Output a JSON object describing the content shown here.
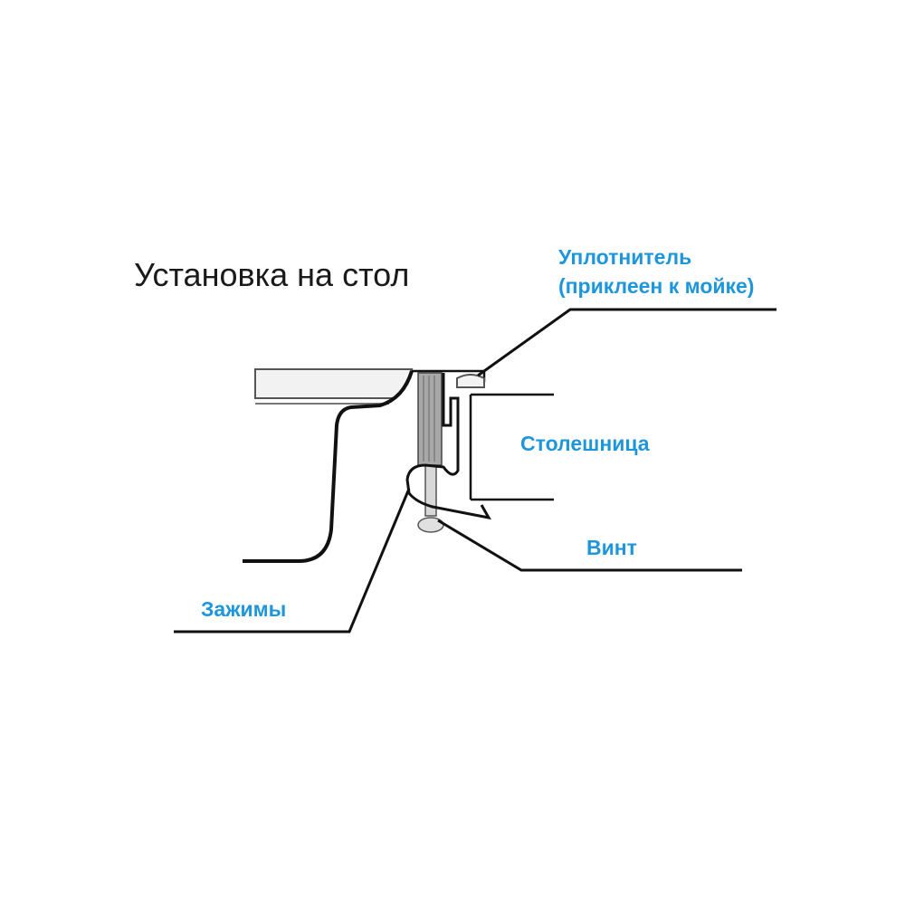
{
  "title": "Установка на стол",
  "labels": {
    "seal_line1": "Уплотнитель",
    "seal_line2": "(приклеен к мойке)",
    "countertop": "Столешница",
    "screw": "Винт",
    "clamps": "Зажимы"
  },
  "colors": {
    "label": "#1e96dc",
    "title": "#1a1a1a",
    "line": "#111111",
    "outline": "#555555",
    "fill_light": "#f2f2f2",
    "fill_screw": "#a8a8a8"
  }
}
